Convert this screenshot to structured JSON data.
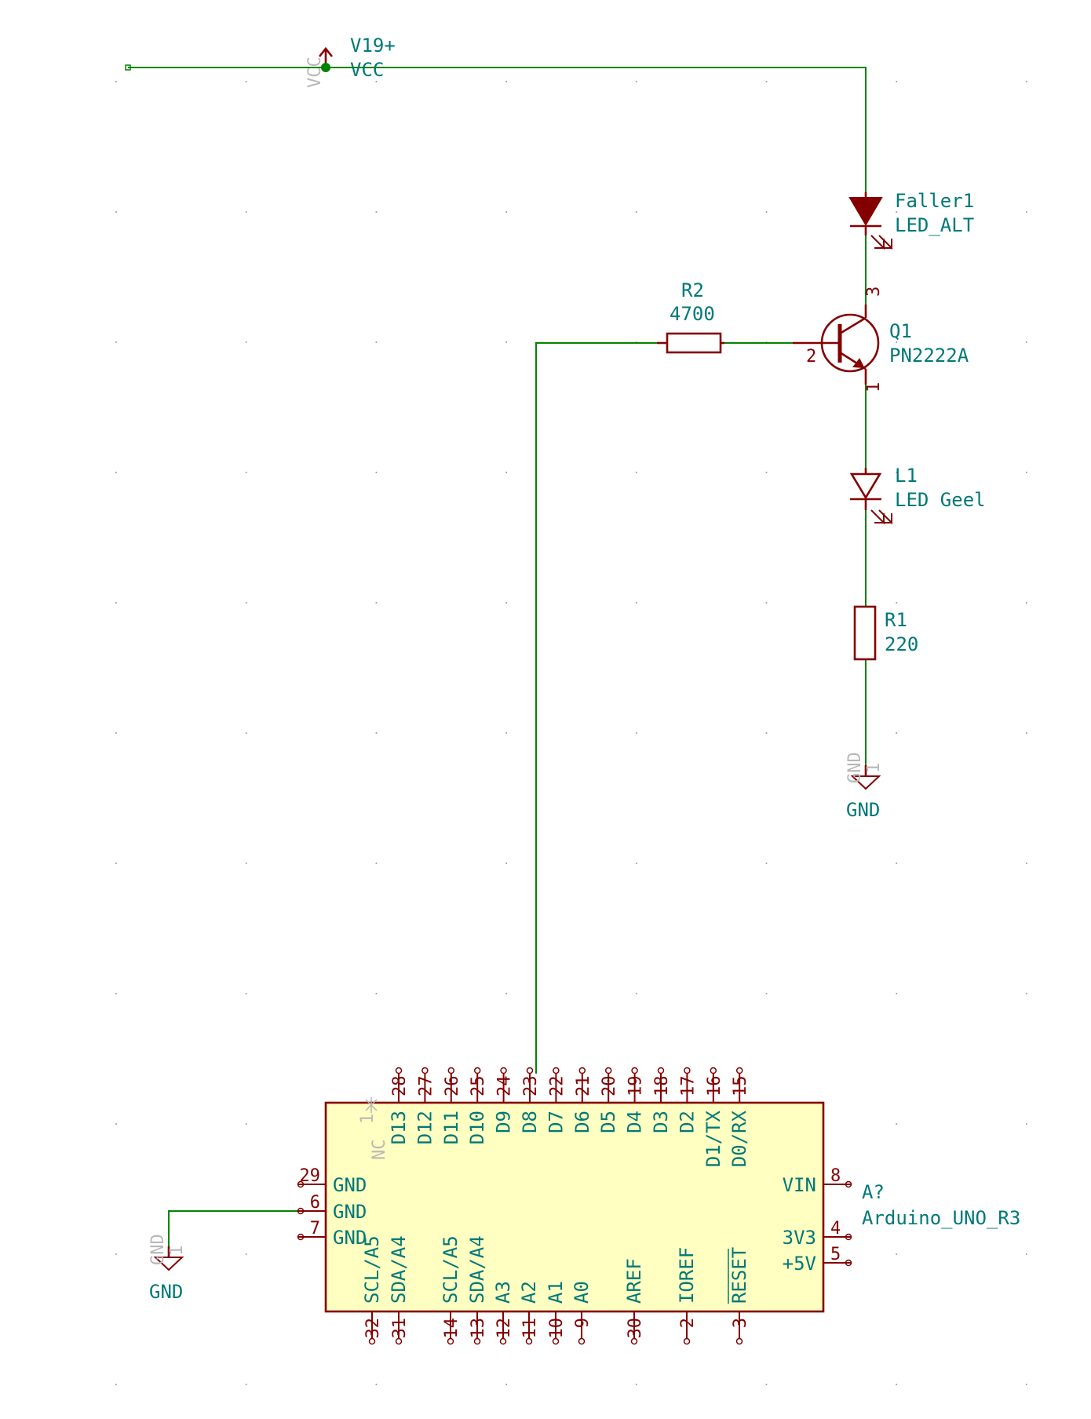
{
  "colors": {
    "wire": "#008400",
    "component": "#840000",
    "text": "#007878",
    "hidden_text": "#b8b8b8",
    "ic_fill": "#ffffc2"
  },
  "power": {
    "vcc_ref": "V19+",
    "vcc_value": "VCC",
    "vcc_ghost": "VCC",
    "gnd_right_label": "GND",
    "gnd_right_ghost": "GND",
    "gnd_right_pin": "1",
    "gnd_left_label": "GND",
    "gnd_left_ghost": "GND",
    "gnd_left_pin": "1"
  },
  "components": {
    "d_faller": {
      "ref": "Faller1",
      "value": "LED_ALT"
    },
    "r2": {
      "ref": "R2",
      "value": "4700"
    },
    "q1": {
      "ref": "Q1",
      "value": "PN2222A",
      "pin_b": "2",
      "pin_c": "3",
      "pin_e": "1"
    },
    "l1": {
      "ref": "L1",
      "value": "LED Geel"
    },
    "r1": {
      "ref": "R1",
      "value": "220"
    }
  },
  "arduino": {
    "ref": "A?",
    "value": "Arduino_UNO_R3",
    "nc_label": "NC",
    "nc_pin": "1",
    "top_pins": [
      {
        "num": "28",
        "name": "D13"
      },
      {
        "num": "27",
        "name": "D12"
      },
      {
        "num": "26",
        "name": "D11"
      },
      {
        "num": "25",
        "name": "D10"
      },
      {
        "num": "24",
        "name": "D9"
      },
      {
        "num": "23",
        "name": "D8"
      },
      {
        "num": "22",
        "name": "D7"
      },
      {
        "num": "21",
        "name": "D6"
      },
      {
        "num": "20",
        "name": "D5"
      },
      {
        "num": "19",
        "name": "D4"
      },
      {
        "num": "18",
        "name": "D3"
      },
      {
        "num": "17",
        "name": "D2"
      },
      {
        "num": "16",
        "name": "D1/TX"
      },
      {
        "num": "15",
        "name": "D0/RX"
      }
    ],
    "left_pins": [
      {
        "num": "29",
        "name": "GND"
      },
      {
        "num": "6",
        "name": "GND"
      },
      {
        "num": "7",
        "name": "GND"
      }
    ],
    "right_pins": [
      {
        "num": "8",
        "name": "VIN"
      },
      {
        "num": "4",
        "name": "3V3"
      },
      {
        "num": "5",
        "name": "+5V"
      }
    ],
    "bottom_pins": [
      {
        "num": "32",
        "name": "SCL/A5"
      },
      {
        "num": "31",
        "name": "SDA/A4"
      },
      {
        "num": "14",
        "name": "SCL/A5"
      },
      {
        "num": "13",
        "name": "SDA/A4"
      },
      {
        "num": "12",
        "name": "A3"
      },
      {
        "num": "11",
        "name": "A2"
      },
      {
        "num": "10",
        "name": "A1"
      },
      {
        "num": "9",
        "name": "A0"
      },
      {
        "num": "30",
        "name": "AREF"
      },
      {
        "num": "2",
        "name": "IOREF"
      },
      {
        "num": "3",
        "name": "RESET"
      }
    ]
  }
}
